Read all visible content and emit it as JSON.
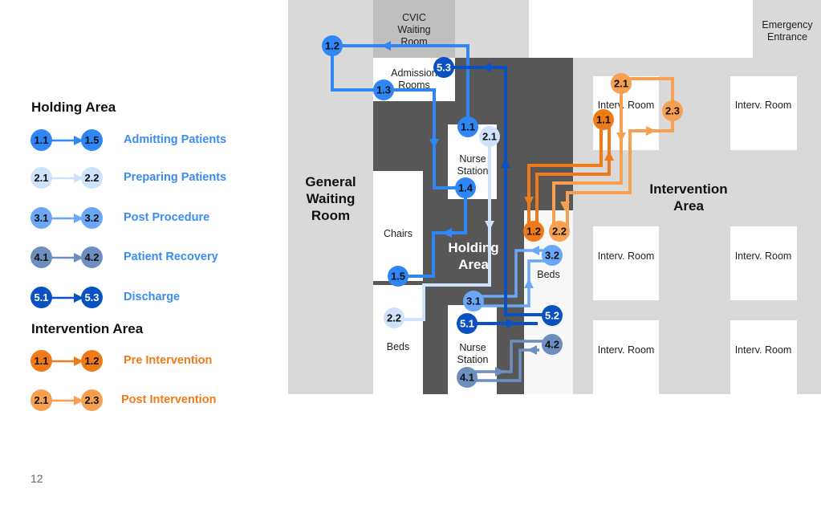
{
  "legend": {
    "holding_title": "Holding Area",
    "intervention_title": "Intervention Area",
    "items": [
      {
        "from": "1.1",
        "to": "1.5",
        "label": "Admitting Patients",
        "color": "#2f86f6",
        "text": "#111"
      },
      {
        "from": "2.1",
        "to": "2.2",
        "label": "Preparing Patients",
        "color": "#cfe2fc",
        "text": "#111"
      },
      {
        "from": "3.1",
        "to": "3.2",
        "label": "Post Procedure",
        "color": "#6aa8f7",
        "text": "#111"
      },
      {
        "from": "4.1",
        "to": "4.2",
        "label": "Patient Recovery",
        "color": "#6d8fc0",
        "text": "#111"
      },
      {
        "from": "5.1",
        "to": "5.3",
        "label": "Discharge",
        "color": "#0a52c2",
        "text": "#fff"
      },
      {
        "from": "1.1",
        "to": "1.2",
        "label": "Pre Intervention",
        "color": "#ef7a18",
        "text": "#111"
      },
      {
        "from": "2.1",
        "to": "2.3",
        "label": "Post Intervention",
        "color": "#f7a052",
        "text": "#111"
      }
    ],
    "label_blue": "#3b8cf2",
    "label_orange": "#ef7a18"
  },
  "map": {
    "cvic": "CVIC Waiting Room",
    "emergency": "Emergency Entrance",
    "admission": "Admission Rooms",
    "general": "General Waiting Room",
    "chairs": "Chairs",
    "beds": "Beds",
    "nurse": "Nurse Station",
    "holding": "Holding Area",
    "intervention": "Intervention Area",
    "interv_room": "Interv. Room"
  },
  "page_number": "12"
}
